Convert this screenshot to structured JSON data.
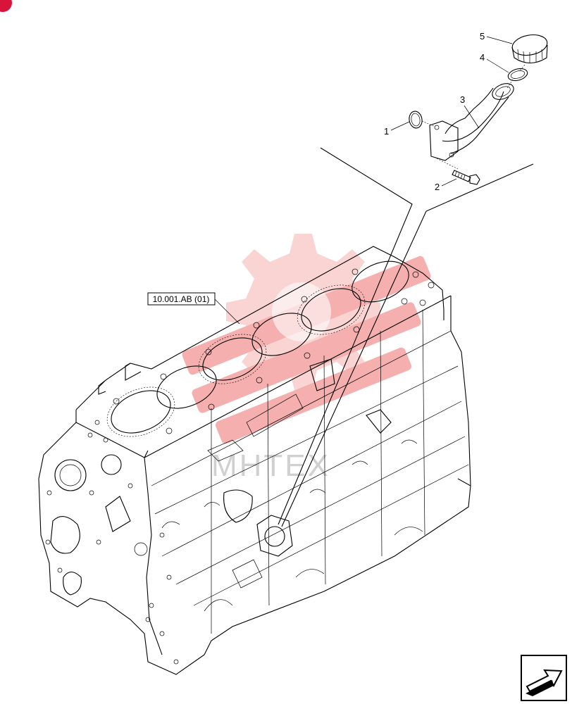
{
  "diagram": {
    "reference_label": "10.001.AB (01)",
    "callouts": [
      {
        "id": "callout-1",
        "label": "1"
      },
      {
        "id": "callout-2",
        "label": "2"
      },
      {
        "id": "callout-3",
        "label": "3"
      },
      {
        "id": "callout-4",
        "label": "4"
      },
      {
        "id": "callout-5",
        "label": "5"
      }
    ],
    "watermark_text": "MHTEX",
    "icons": {
      "nav": "next-page-arrow-icon",
      "corner": "corner-marker-icon"
    },
    "colors": {
      "watermark": "#e8504e",
      "corner_marker": "#d8143a",
      "line": "#000000"
    }
  }
}
